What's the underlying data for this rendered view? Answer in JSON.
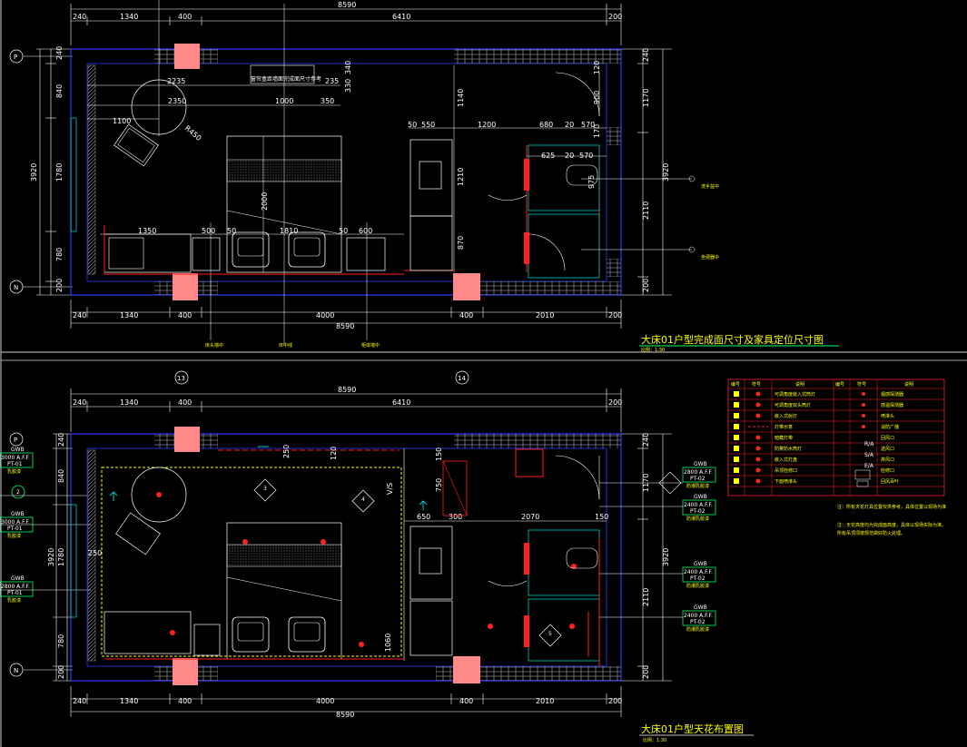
{
  "plan_top": {
    "title": "大床01户型完成面尺寸及家具定位尺寸图",
    "scale": "比例：1:30",
    "overall_width": "8590",
    "top_dims_left": [
      "240",
      "1340",
      "400"
    ],
    "top_dims_right": "6410",
    "top_dims_end": "200",
    "bottom_dims": [
      "240",
      "1340",
      "400",
      "4000",
      "400",
      "2010",
      "200"
    ],
    "bottom_total": "8590",
    "left_dims": [
      "240",
      "840",
      "1780",
      "780",
      "200"
    ],
    "left_total": "3920",
    "right_dims": [
      "240",
      "1170",
      "2110",
      "200"
    ],
    "right_total": "3920",
    "axis_top": "P",
    "axis_bottom": "N",
    "inner_dims": [
      "2235",
      "2350",
      "1100",
      "R450",
      "1000",
      "350",
      "235",
      "1350",
      "500",
      "50",
      "1810",
      "50",
      "600",
      "2000",
      "1140",
      "1210",
      "870",
      "50",
      "550",
      "1200",
      "680",
      "20",
      "570",
      "625",
      "20",
      "570",
      "975",
      "900",
      "170",
      "120",
      "340",
      "330"
    ],
    "wall_label": "窗帘盒距墙面完成面尺寸参考",
    "centerline_labels": [
      "床头墙中",
      "床中线",
      "柜体墙中"
    ],
    "bath_labels": [
      "洗手盆中",
      "坐便器中"
    ]
  },
  "plan_bottom": {
    "title": "大床01户型天花布置图",
    "scale": "比例：1:30",
    "axis_numbers": [
      "13",
      "14"
    ],
    "overall_width": "8590",
    "top_dims": [
      "240",
      "1340",
      "400",
      "6410",
      "200"
    ],
    "bottom_dims": [
      "240",
      "1340",
      "400",
      "4000",
      "400",
      "2010",
      "200"
    ],
    "bottom_total": "8590",
    "left_dims": [
      "240",
      "840",
      "1780",
      "780",
      "200"
    ],
    "left_total": "3920",
    "right_dims": [
      "240",
      "1170",
      "2110",
      "200"
    ],
    "right_total": "3920",
    "axis_top": "P",
    "axis_bottom": "N",
    "inner_dims": [
      "250",
      "250",
      "750",
      "650",
      "300",
      "2070",
      "150",
      "1060",
      "120",
      "150"
    ],
    "left_tags": [
      {
        "code": "GWB",
        "height": "3000 A.F.F.",
        "finish": "PT-01",
        "name": "乳胶漆"
      },
      {
        "code": "GWB",
        "height": "3000 A.F.F.",
        "finish": "PT-01",
        "name": "乳胶漆"
      },
      {
        "code": "GWB",
        "height": "2800 A.F.F.",
        "finish": "PT-01",
        "name": "乳胶漆"
      }
    ],
    "right_tags": [
      {
        "code": "GWB",
        "height": "2800 A.F.F.",
        "finish": "PT-02",
        "name": "防潮乳胶漆"
      },
      {
        "code": "GWB",
        "height": "2400 A.F.F.",
        "finish": "PT-02",
        "name": "防潮乳胶漆"
      },
      {
        "code": "GWB",
        "height": "2400 A.F.F.",
        "finish": "PT-02",
        "name": "防潮乳胶漆"
      },
      {
        "code": "GWB",
        "height": "2400 A.F.F.",
        "finish": "PT-02",
        "name": "防潮乳胶漆"
      }
    ],
    "section_markers": [
      "2",
      "3",
      "4",
      "5"
    ],
    "vs_label": "V/S"
  },
  "legend": {
    "header": [
      "编号",
      "符号",
      "说明",
      "编号",
      "符号",
      "说明"
    ],
    "left_desc": [
      "可调角度嵌入式筒灯",
      "可调角度双头筒灯",
      "嵌入式射灯",
      "灯带示意",
      "暗藏灯带",
      "防雾防水筒灯",
      "嵌入式灯盘",
      "吊顶检修口",
      "下面喷淋头"
    ],
    "right_desc": [
      "烟感探测器",
      "感温探测器",
      "喷淋头",
      "消防广播",
      "回风口",
      "送风口",
      "排风口",
      "检修口",
      "回风百叶"
    ],
    "right_symbols": [
      "R/A",
      "S/A",
      "E/A"
    ],
    "notes": [
      "注：所有天花灯具位置仅供参考，具体位置以现场为准",
      "注：天花高度均为完成面高度，具体以现场实际为准。",
      "所有吊顶须按规范做好防火处理。"
    ]
  },
  "colors": {
    "background": "#000000",
    "wall": "#ff2020",
    "outline": "#2a3cff",
    "dimension": "#ffffff",
    "furniture": "#ffffff",
    "column": "#ff8888",
    "fixture": "#ff2020",
    "title": "#ffff00",
    "tag_box": "#00ff66",
    "glass": "#00c8c8"
  }
}
